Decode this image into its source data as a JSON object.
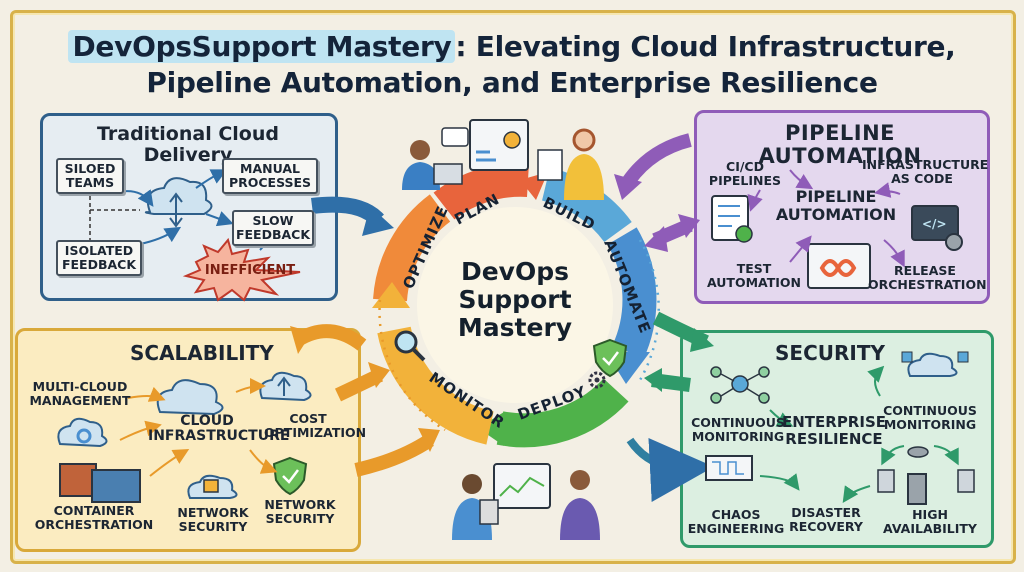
{
  "title": {
    "brand": "DevOpsSupport Mastery",
    "line1_rest": ": Elevating Cloud Infrastructure,",
    "line2": "Pipeline Automation, and Enterprise Resilience"
  },
  "center": {
    "line1": "DevOps",
    "line2": "Support",
    "line3": "Mastery"
  },
  "cycle": [
    "PLAN",
    "BUILD",
    "AUTOMATE",
    "DEPLOY",
    "MONITOR",
    "OPTIMIZE"
  ],
  "traditional": {
    "heading": "Traditional Cloud Delivery",
    "siloed": [
      "SILOED",
      "TEAMS"
    ],
    "manual": [
      "MANUAL",
      "PROCESSES"
    ],
    "slow": [
      "SLOW",
      "FEEDBACK"
    ],
    "isolated": [
      "ISOLATED",
      "FEEDBACK"
    ],
    "inefficient": "INEFFICIENT"
  },
  "pipeline": {
    "heading": "PIPELINE AUTOMATION",
    "cicd": [
      "CI/CD",
      "PIPELINES"
    ],
    "iac": [
      "INFRASTRUCTURE",
      "AS CODE"
    ],
    "center": [
      "PIPELINE",
      "AUTOMATION"
    ],
    "test": [
      "TEST",
      "AUTOMATION"
    ],
    "release": [
      "RELEASE",
      "ORCHESTRATION"
    ]
  },
  "scalability": {
    "heading": "SCALABILITY",
    "multicloud": [
      "MULTI-CLOUD",
      "MANAGEMENT"
    ],
    "cloud": [
      "CLOUD",
      "INFRASTRUCTURE"
    ],
    "cost": [
      "COST",
      "OPTIMIZATION"
    ],
    "container": [
      "CONTAINER",
      "ORCHESTRATION"
    ],
    "network1": [
      "NETWORK",
      "SECURITY"
    ],
    "network2": [
      "NETWORK",
      "SECURITY"
    ]
  },
  "security": {
    "heading": "SECURITY",
    "cm_left": [
      "CONTINUOUS",
      "MONITORING"
    ],
    "center": [
      "ENTERPRISE",
      "RESILIENCE"
    ],
    "cm_right": [
      "CONTINUOUS",
      "MONITORING"
    ],
    "chaos": [
      "CHAOS",
      "ENGINEERING"
    ],
    "disaster": [
      "DISASTER",
      "RECOVERY"
    ],
    "ha": [
      "HIGH",
      "AVAILABILITY"
    ]
  },
  "colors": {
    "plan": "#e8643c",
    "build": "#5aa8d8",
    "automate": "#4a8fd0",
    "deploy": "#4fb24a",
    "monitor": "#f2b23a",
    "optimize": "#f08a3a",
    "purple": "#8f5cb8",
    "green": "#2f9a6a",
    "blue": "#2f5f8a",
    "orange": "#e89a2a"
  }
}
